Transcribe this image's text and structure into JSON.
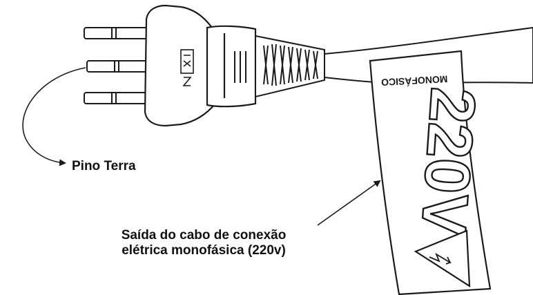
{
  "labels": {
    "ground_pin": "Pino Terra",
    "cable_output_line1": "Saída do cabo de conexão",
    "cable_output_line2": "elétrica monofásica (220v)"
  },
  "tag": {
    "phase_text": "MONOFÁSICO",
    "voltage_text": "220V"
  },
  "icons": {
    "warning": "electrical-hazard-triangle-icon",
    "certification": "certification-mark-icon"
  },
  "colors": {
    "line": "#1a1a1a",
    "fill": "#ffffff",
    "text": "#111111"
  }
}
